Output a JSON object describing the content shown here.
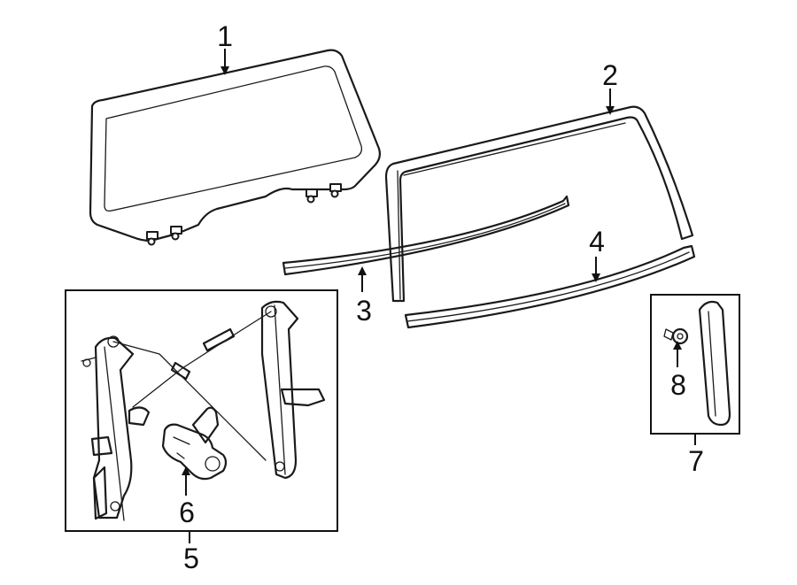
{
  "callouts": [
    {
      "id": "1",
      "label": "1"
    },
    {
      "id": "2",
      "label": "2"
    },
    {
      "id": "3",
      "label": "3"
    },
    {
      "id": "4",
      "label": "4"
    },
    {
      "id": "5",
      "label": "5"
    },
    {
      "id": "6",
      "label": "6"
    },
    {
      "id": "7",
      "label": "7"
    },
    {
      "id": "8",
      "label": "8"
    }
  ],
  "parts": [
    {
      "callout": "1",
      "icon": "door-glass-icon"
    },
    {
      "callout": "2",
      "icon": "glass-run-channel-icon"
    },
    {
      "callout": "3",
      "icon": "inner-belt-weatherstrip-icon"
    },
    {
      "callout": "4",
      "icon": "outer-belt-weatherstrip-icon"
    },
    {
      "callout": "5",
      "icon": "window-regulator-icon"
    },
    {
      "callout": "6",
      "icon": "regulator-motor-icon"
    },
    {
      "callout": "7",
      "icon": "applique-molding-icon"
    },
    {
      "callout": "8",
      "icon": "retainer-clip-icon"
    }
  ],
  "colors": {
    "line": "#1a1a1a",
    "background": "#ffffff"
  }
}
